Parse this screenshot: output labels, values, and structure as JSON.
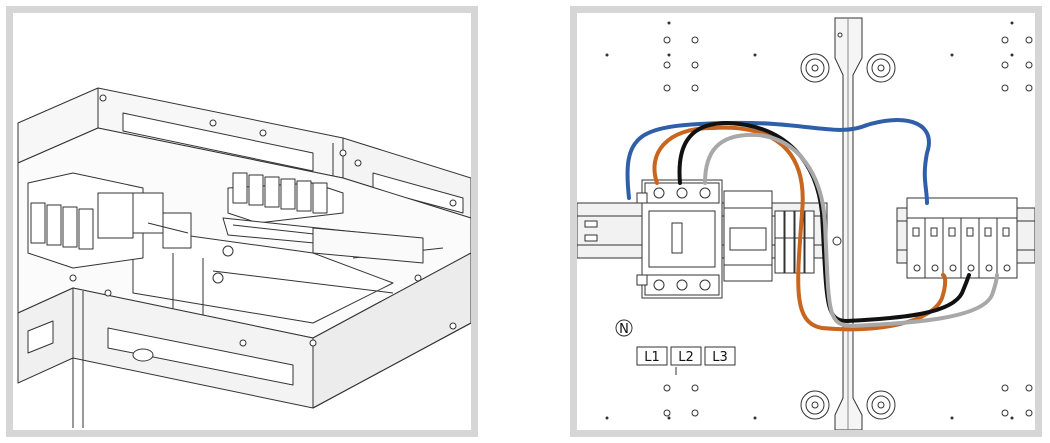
{
  "left_figure": {
    "title": ""
  },
  "right_figure": {
    "neutral_symbol": "N",
    "phase_labels": [
      "L1",
      "L2",
      "L3"
    ],
    "wire_colors": {
      "blue": "#2f5fa8",
      "brown": "#c8651e",
      "black": "#111111",
      "grey": "#a8a8a8"
    }
  },
  "frame_color": "#d6d6d6"
}
